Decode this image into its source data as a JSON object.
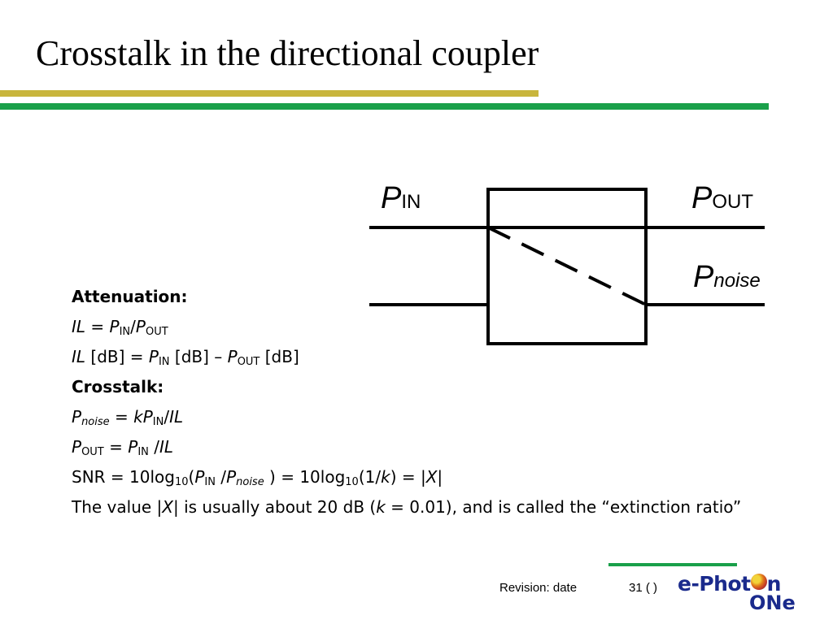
{
  "slide": {
    "title": "Crosstalk in the directional coupler"
  },
  "diagram": {
    "p_in": {
      "main": "P",
      "sub": "IN"
    },
    "p_out": {
      "main": "P",
      "sub": "OUT"
    },
    "p_noise": {
      "main": "P",
      "sub": "noise"
    }
  },
  "body": {
    "attenuation_heading": "Attenuation:",
    "il_line": {
      "il": "IL",
      "eq": " = ",
      "p1": "P",
      "p1_sub": "IN",
      "slash": "/",
      "p2": "P",
      "p2_sub": "OUT"
    },
    "il_db_line": {
      "il": "IL",
      "unit1": " [dB] = ",
      "p1": "P",
      "p1_sub": "IN",
      "unit2": " [dB] – ",
      "p2": "P",
      "p2_sub": "OUT",
      "unit3": " [dB]"
    },
    "crosstalk_heading": "Crosstalk:",
    "pnoise_line": {
      "p": "P",
      "p_sub": "noise",
      "eq": " = ",
      "k": "k",
      "p2": "P",
      "p2_sub": "IN",
      "slash": "/",
      "il": "IL"
    },
    "pout_line": {
      "p": "P",
      "p_sub": "OUT",
      "eq": " = ",
      "p2": "P",
      "p2_sub": "IN",
      "slash": " /",
      "il": "IL"
    },
    "snr_line": {
      "snr": "SNR = 10log",
      "log_sub1": "10",
      "open": "(",
      "p1": "P",
      "p1_sub": "IN",
      "slash": " /",
      "p2": "P",
      "p2_sub": "noise",
      "mid": " ) = 10log",
      "log_sub2": "10",
      "frac": "(1/",
      "k": "k",
      "close": ") = |",
      "x": "X",
      "bar": "|"
    },
    "value_line": {
      "t1": "The value |",
      "x": "X",
      "t2": "| is usually about 20 dB (",
      "k": "k",
      "t3": " = 0.01), and is called the “extinction ratio”"
    }
  },
  "footer": {
    "revision": "Revision: date",
    "page": "31 (   )",
    "logo_line1": "e-Phot",
    "logo_line1_end": "n",
    "logo_line2": "ONe"
  },
  "colors": {
    "gold_rule": "#c8b53c",
    "green_rule": "#1aa04a",
    "logo_blue": "#1a2a8c"
  }
}
